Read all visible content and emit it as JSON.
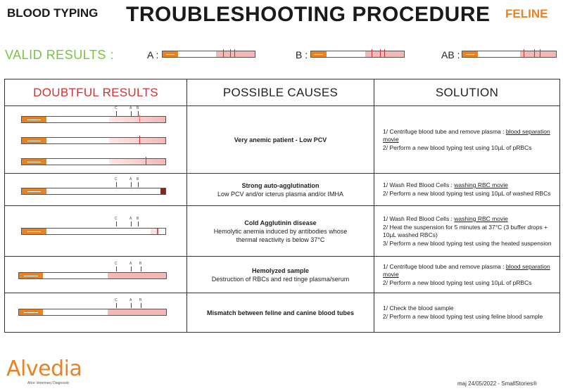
{
  "header": {
    "left": "BLOOD TYPING",
    "title": "TROUBLESHOOTING PROCEDURE",
    "right": "FELINE"
  },
  "valid": {
    "label": "VALID RESULTS :",
    "items": [
      {
        "label": "A :"
      },
      {
        "label": "B :"
      },
      {
        "label": "AB :"
      }
    ]
  },
  "columns": {
    "doubtful": "DOUBTFUL RESULTS",
    "causes": "POSSIBLE CAUSES",
    "solution": "SOLUTION"
  },
  "tick_labels": {
    "c": "C",
    "a": "A",
    "b": "B"
  },
  "rows": [
    {
      "cause_title": "Very anemic patient - Low PCV",
      "cause_text": "",
      "solution": [
        {
          "num": "1/",
          "text": "Centrifuge blood tube and remove plasma : ",
          "link": "blood separation movie"
        },
        {
          "num": "2/",
          "text": "Perform a new blood typing test using 10µL of pRBCs",
          "link": ""
        }
      ]
    },
    {
      "cause_title": "Strong auto-agglutination",
      "cause_text": "Low PCV and/or icterus plasma and/or IMHA",
      "solution": [
        {
          "num": "1/",
          "text": "Wash Red Blood Cells : ",
          "link": "washing RBC movie"
        },
        {
          "num": "2/",
          "text": "Perform a new blood typing test using 10µL of washed RBCs",
          "link": ""
        }
      ]
    },
    {
      "cause_title": "Cold Agglutinin disease",
      "cause_text": "Hemolytic anemia induced by antibodies whose thermal reactivity is below 37°C",
      "solution": [
        {
          "num": "1/",
          "text": "Wash Red Blood Cells : ",
          "link": "washing RBC movie"
        },
        {
          "num": "2/",
          "text": "Heat the suspension for 5 minutes at 37°C (3 buffer drops + 10µL washed RBCs)",
          "link": ""
        },
        {
          "num": "3/",
          "text": "Perform a new blood typing test using the heated suspension",
          "link": ""
        }
      ]
    },
    {
      "cause_title": "Hemolyzed sample",
      "cause_text": "Destruction of RBCs and red tinge plasma/serum",
      "solution": [
        {
          "num": "1/",
          "text": "Centrifuge blood tube and remove plasma : ",
          "link": "blood separation movie"
        },
        {
          "num": "2/",
          "text": "Perform a new blood typing test using 10µL of pRBCs",
          "link": ""
        }
      ]
    },
    {
      "cause_title": "Mismatch between feline and canine blood tubes",
      "cause_text": "",
      "solution": [
        {
          "num": "1/",
          "text": "Check the blood sample",
          "link": ""
        },
        {
          "num": "2/",
          "text": "Perform a new blood typing test using feline blood sample",
          "link": ""
        }
      ]
    }
  ],
  "footer": {
    "logo": "Alvedia",
    "tagline": "Alice Veterinary Diagnostic",
    "right": "maj 24/05/2022 - SmallStories®"
  },
  "colors": {
    "orange": "#e88224",
    "green": "#7cc242",
    "red": "#d62f2f",
    "pink": "#f3b7b5",
    "dark": "#1a1a1a"
  }
}
